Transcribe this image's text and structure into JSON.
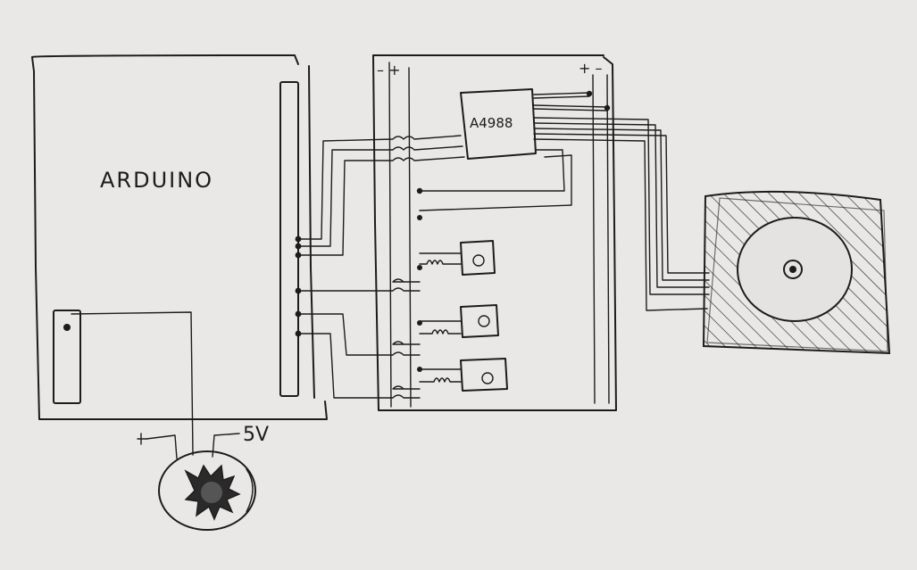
{
  "labels": {
    "arduino": "ARDUINO",
    "driver_chip": "A4988",
    "rail_left": "– +",
    "rail_right": "+ –",
    "supply_voltage": "5V"
  },
  "colors": {
    "paper": "#e9e8e6",
    "ink": "#1c1c1e",
    "motor_fill": "#b9b8b8"
  }
}
